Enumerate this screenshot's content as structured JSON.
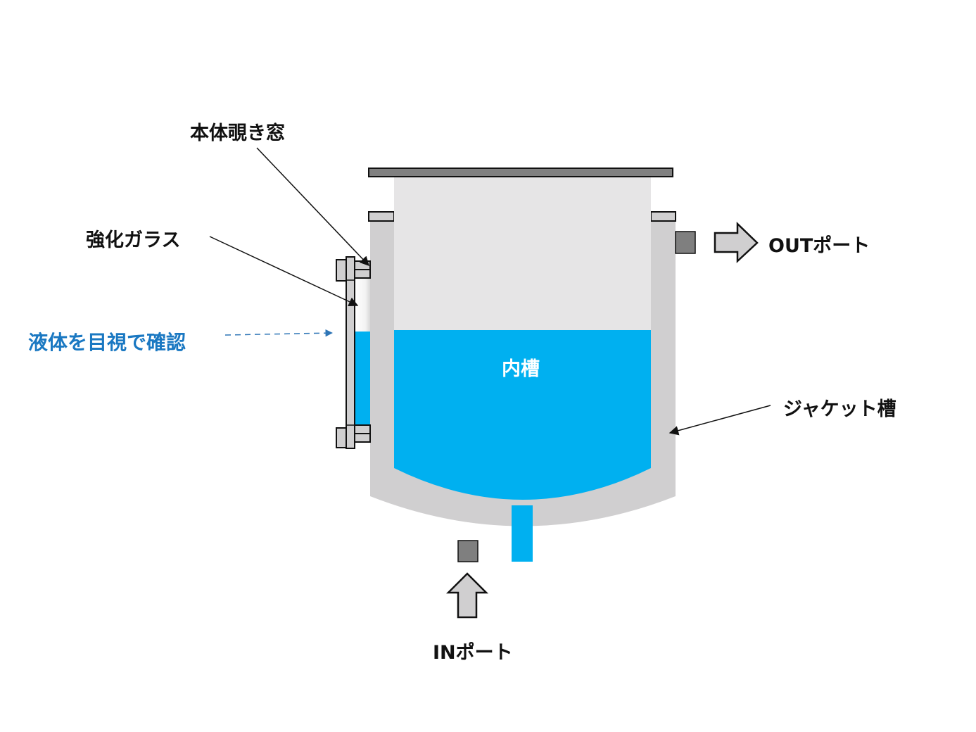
{
  "labels": {
    "viewing_window": "本体覗き窓",
    "tempered_glass": "強化ガラス",
    "visual_check": "液体を目視で確認",
    "inner_tank": "内槽",
    "jacket_tank": "ジャケット槽",
    "out_port": "OUTポート",
    "in_port": "INポート"
  },
  "colors": {
    "liquid": "#00b0f0",
    "jacket": "#d0cfd0",
    "inner_empty": "#e6e5e6",
    "lid": "#808080",
    "port": "#7f7f7f",
    "arrow_fill": "#d0cfd0",
    "annotation_blue": "#1a78c2",
    "outline": "#111111"
  },
  "liquid_level_fraction": 0.6
}
